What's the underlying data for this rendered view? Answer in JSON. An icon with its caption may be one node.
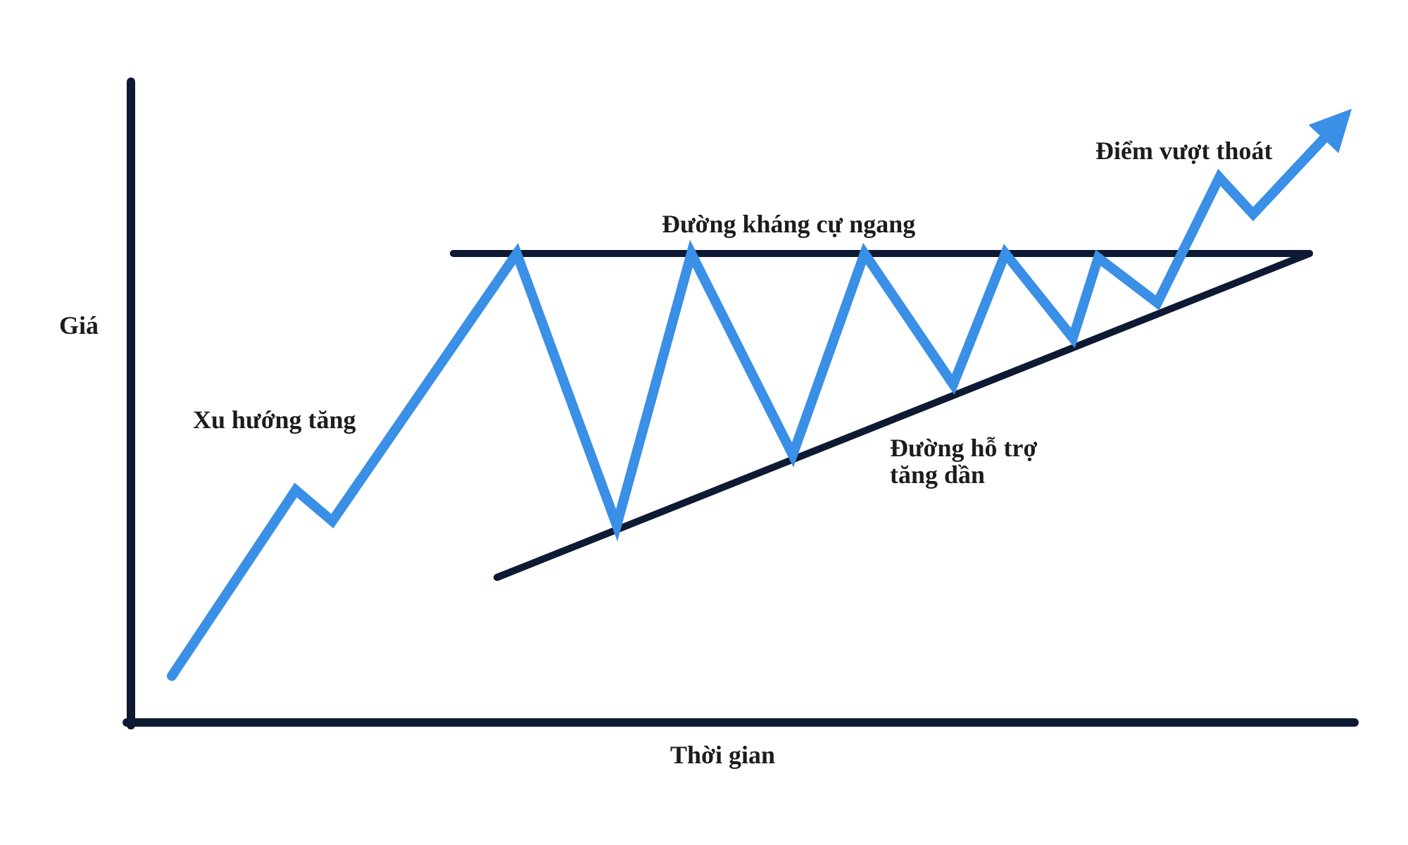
{
  "diagram": {
    "labels": [
      "Điểm vượt thoát",
      "Đường kháng cự ngang",
      "Giá",
      "Xu hướng tăng",
      "Đường hỗ trợ tăng dần",
      "Thời gian"
    ]
  }
}
